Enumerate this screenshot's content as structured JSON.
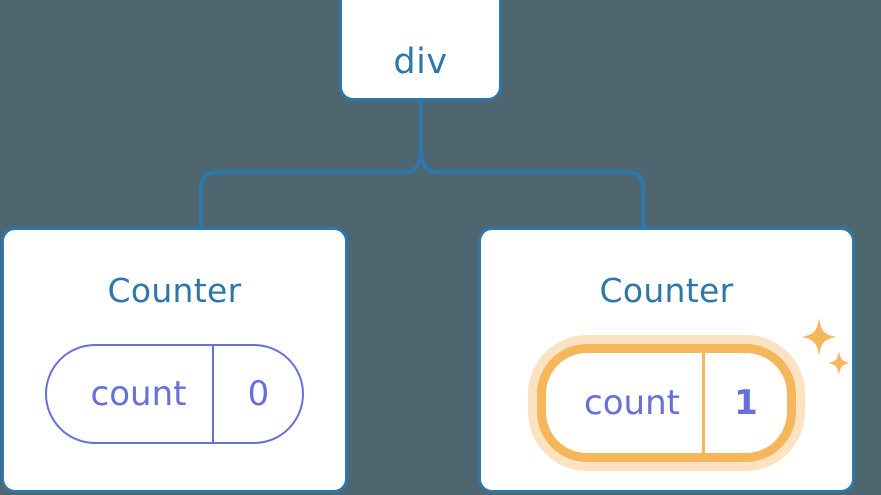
{
  "diagram": {
    "type": "component-tree",
    "background_color": "#4d6670",
    "accent_color": "#2e77a8",
    "state_color": "#6670dd",
    "highlight_color": "#f5b65c",
    "highlight_glow_color": "#fbdfb4",
    "root": {
      "label": "div",
      "node_name": "root-div-node"
    },
    "children": [
      {
        "title": "Counter",
        "state": {
          "key": "count",
          "value": "0"
        },
        "highlighted": false
      },
      {
        "title": "Counter",
        "state": {
          "key": "count",
          "value": "1"
        },
        "highlighted": true,
        "sparkle_icons": [
          "sparkle-large-icon",
          "sparkle-small-icon"
        ]
      }
    ]
  }
}
